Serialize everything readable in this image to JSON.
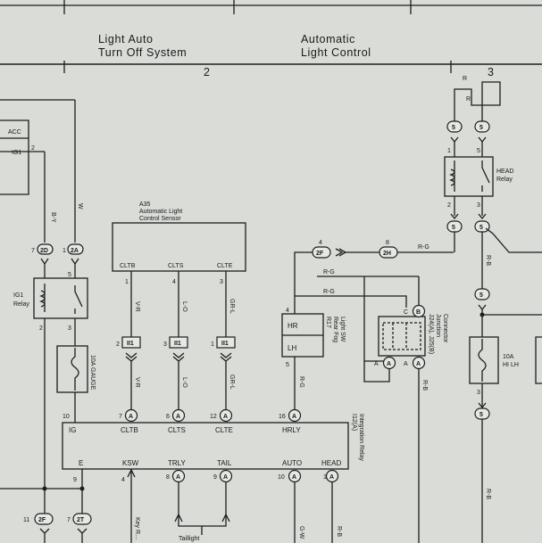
{
  "header": {
    "col2_title_line1": "Light Auto",
    "col2_title_line2": "Turn Off System",
    "col3_title_line1": "Automatic",
    "col3_title_line2": "Light Control",
    "col_num_2": "2",
    "col_num_3": "3"
  },
  "acc_block": {
    "acc": "ACC",
    "ig1": "IG1",
    "pin": "2"
  },
  "wires": {
    "by": "B-Y",
    "w": "W",
    "vr": "V-R",
    "lo": "L-O",
    "grl": "GR-L",
    "rg": "R-G",
    "r": "R",
    "rb": "R-B",
    "gw": "G-W"
  },
  "connectors": {
    "c2d": "2D",
    "c2a": "2A",
    "c2f_top": "2F",
    "c2h": "2H",
    "c5": "5",
    "cA": "A",
    "cB": "B",
    "c2f_bot": "2F",
    "c2t": "2T",
    "ii1": "II1"
  },
  "ig1_relay": {
    "label1": "IG1",
    "label2": "Relay"
  },
  "gauge_fuse": {
    "label": "10A GAUGE"
  },
  "sensor": {
    "id": "A35",
    "name1": "Automatic Light",
    "name2": "Control Sensor",
    "pins": [
      "CLTB",
      "CLTS",
      "CLTE"
    ]
  },
  "rear_fog": {
    "id": "R17",
    "name1": "Rear Fog",
    "name2": "Light SW",
    "hr": "HR",
    "lh": "LH"
  },
  "junction": {
    "line1": "J24(A), J25(B)",
    "line2": "Junction",
    "line3": "Connector"
  },
  "head_relay": {
    "label1": "HEAD",
    "label2": "Relay"
  },
  "hi_lh_fuse": {
    "label1": "10A",
    "label2": "HI LH"
  },
  "integration_relay": {
    "id": "I12(A)",
    "name": "Integration Relay",
    "top_terms": [
      "IG",
      "CLTB",
      "CLTS",
      "CLTE",
      "HRLY"
    ],
    "bottom_terms": [
      "E",
      "KSW",
      "TRLY",
      "TAIL",
      "AUTO",
      "HEAD"
    ]
  },
  "pins": {
    "p1": "1",
    "p2": "2",
    "p3": "3",
    "p4": "4",
    "p5": "5",
    "p6": "6",
    "p7": "7",
    "p8": "8",
    "p9": "9",
    "p10": "10",
    "p11": "11",
    "p12": "12",
    "p16": "16"
  },
  "bottom": {
    "key_label": "Key R…",
    "taillight": "Taillight"
  }
}
